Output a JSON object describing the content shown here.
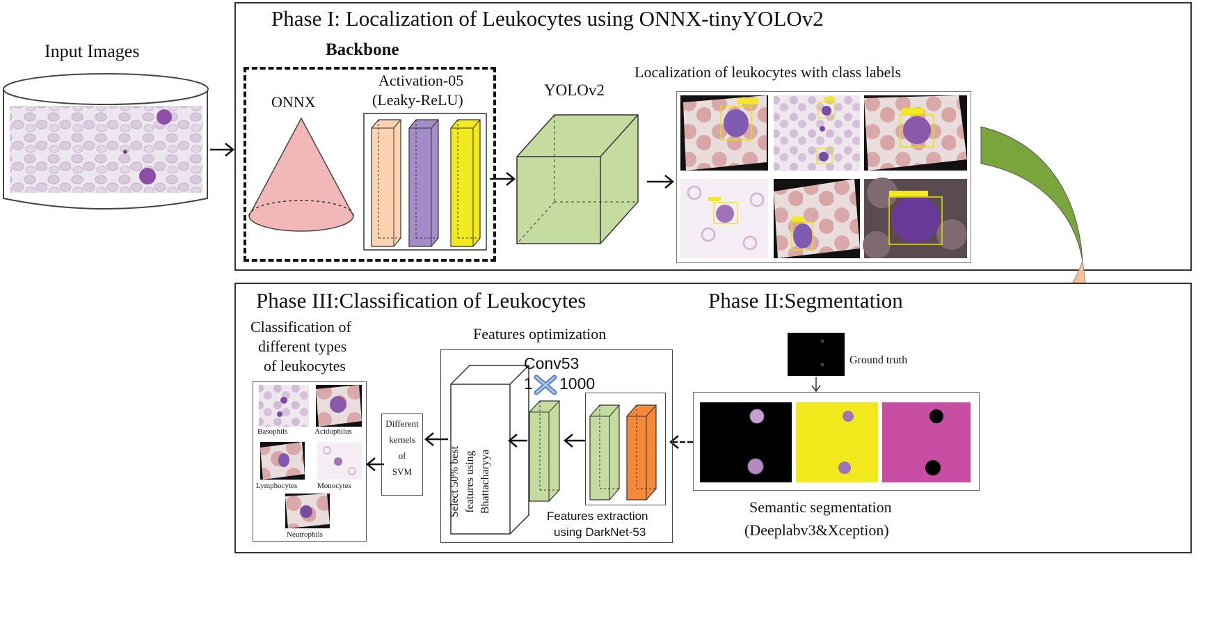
{
  "input": {
    "label": "Input Images"
  },
  "phase1": {
    "title": "Phase I: Localization of Leukocytes using ONNX-tinyYOLOv2",
    "backbone_label": "Backbone",
    "onnx_label": "ONNX",
    "activation_label_1": "Activation-05",
    "activation_label_2": "(Leaky-ReLU)",
    "yolo_label": "YOLOv2",
    "localization_label": "Localization of leukocytes with class labels"
  },
  "phase2": {
    "title": "Phase II:Segmentation",
    "ground_truth_label": "Ground truth",
    "semantic_label_1": "Semantic segmentation",
    "semantic_label_2": "(Deeplabv3&Xception)"
  },
  "phase3": {
    "title": "Phase III:Classification of Leukocytes",
    "classification_label_1": "Classification of",
    "classification_label_2": "different types",
    "classification_label_3": "of leukocytes",
    "features_optimization_label": "Features optimization",
    "conv_label": "Conv53",
    "dim_left": "1",
    "dim_right": "1000",
    "select_label_1": "Select 50% best",
    "select_label_2": "features using",
    "select_label_3": "Bhattacharyya",
    "svm_label_1": "Different",
    "svm_label_2": "kernels",
    "svm_label_3": "of",
    "svm_label_4": "SVM",
    "extraction_label_1": "Features extraction",
    "extraction_label_2": "using DarkNet-53",
    "cell_types": [
      "Basophils",
      "Acidophilus",
      "Lymphocytes",
      "Monocytes",
      "Neutrophils"
    ]
  },
  "colors": {
    "cone": "#f2b8b8",
    "peach": "#fbd3b0",
    "purple": "#a48cc9",
    "yellow": "#f2ea1e",
    "green": "#c5dba0",
    "orange": "#f5893a",
    "magenta": "#c84ea3",
    "seg_yellow": "#f1e91c",
    "curve_green": "#7aa53c",
    "curve_peach": "#f8c095",
    "cell_purple": "#7a4c9e"
  }
}
